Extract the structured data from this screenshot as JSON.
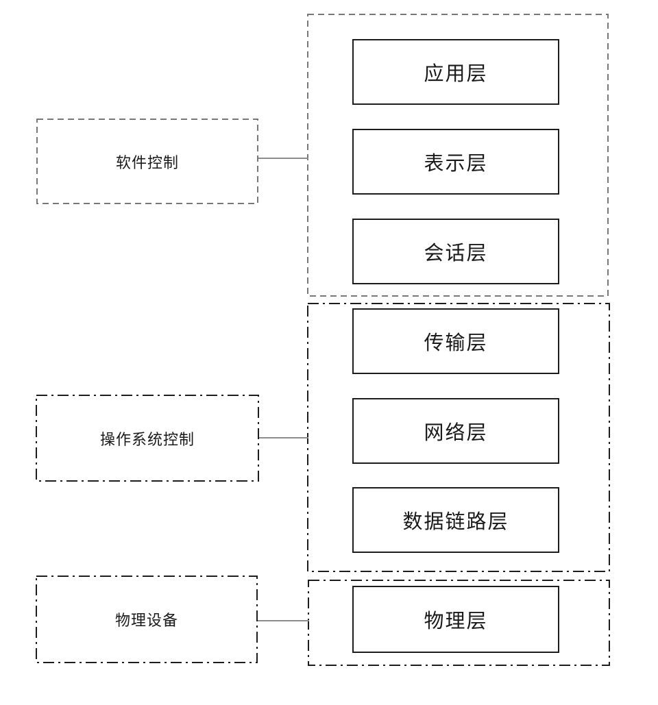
{
  "diagram": {
    "groups": [
      {
        "control_label": "软件控制",
        "control_border_style": "dashed",
        "group_border_style": "dashed",
        "layers": [
          "应用层",
          "表示层",
          "会话层"
        ]
      },
      {
        "control_label": "操作系统控制",
        "control_border_style": "dash-dot",
        "group_border_style": "dash-dot",
        "layers": [
          "传输层",
          "网络层",
          "数据链路层"
        ]
      },
      {
        "control_label": "物理设备",
        "control_border_style": "dash-dot",
        "group_border_style": "dash-dot",
        "layers": [
          "物理层"
        ]
      }
    ],
    "colors": {
      "solid_box_border": "#1c1c1c",
      "dashed_gray_border": "#777777",
      "dashdot_black_border": "#1c1c1c",
      "connector_line": "#8c8c8c",
      "text": "#1a1a1a",
      "background": "#ffffff"
    }
  }
}
